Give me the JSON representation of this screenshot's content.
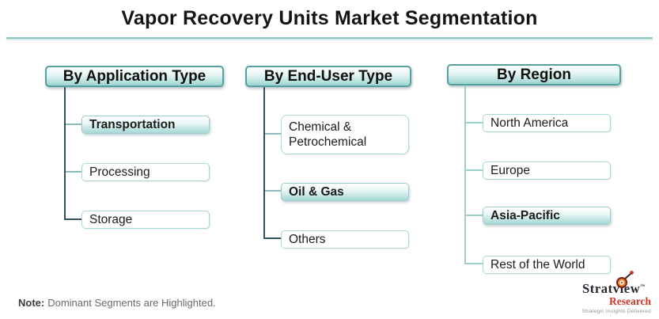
{
  "title": "Vapor Recovery Units Market Segmentation",
  "columns": [
    {
      "header": "By Application Type",
      "items": [
        {
          "label": "Transportation",
          "highlighted": true
        },
        {
          "label": "Processing",
          "highlighted": false
        },
        {
          "label": "Storage",
          "highlighted": false
        }
      ]
    },
    {
      "header": "By End-User Type",
      "items": [
        {
          "label": "Chemical & Petrochemical",
          "highlighted": false
        },
        {
          "label": "Oil & Gas",
          "highlighted": true
        },
        {
          "label": "Others",
          "highlighted": false
        }
      ]
    },
    {
      "header": "By Region",
      "items": [
        {
          "label": "North America",
          "highlighted": false
        },
        {
          "label": "Europe",
          "highlighted": false
        },
        {
          "label": "Asia-Pacific",
          "highlighted": true
        },
        {
          "label": "Rest of the World",
          "highlighted": false
        }
      ]
    }
  ],
  "note": {
    "label": "Note:",
    "text": "Dominant Segments are Highlighted."
  },
  "logo": {
    "brand": "Stratview",
    "tm": "™",
    "brand2": "Research",
    "tagline": "Strategic Insights Delivered"
  },
  "colors": {
    "accent_teal": "#9CD5D1",
    "border_teal": "#569FA2",
    "connector_dark": "#33525E",
    "connector_light": "#9DCFCD",
    "brand_red": "#CB3727"
  }
}
